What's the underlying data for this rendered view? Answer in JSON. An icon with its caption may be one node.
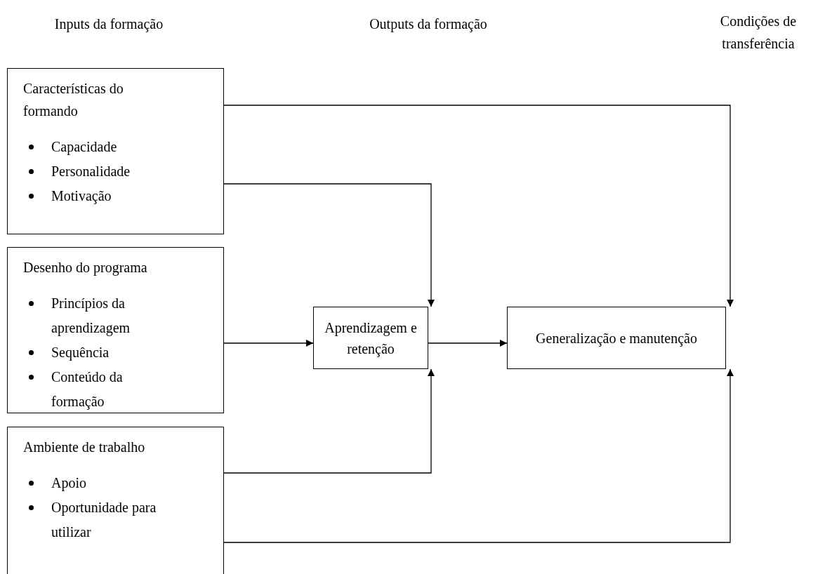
{
  "diagram": {
    "nodes": [
      {
        "text": [
          "Características do formando",
          "Capacidade",
          "Personalidade",
          "Motivação"
        ]
      },
      {
        "text": [
          "Desenho do programa",
          "Princípios da aprendizagem",
          "Sequência",
          "Conteúdo da formação"
        ]
      },
      {
        "text": [
          "Ambiente de trabalho",
          "Apoio",
          "Oportunidade para utilizar"
        ]
      },
      {
        "text": [
          "Aprendizagem e retenção"
        ]
      },
      {
        "text": [
          "Generalização e manutenção"
        ]
      }
    ],
    "edges": [
      {
        "from": 0,
        "to": 4,
        "arrow": "to"
      },
      {
        "from": 0,
        "to": 3,
        "arrow": "to"
      },
      {
        "from": 1,
        "to": 3,
        "arrow": "to"
      },
      {
        "from": 3,
        "to": 4,
        "arrow": "to"
      },
      {
        "from": 2,
        "to": 3,
        "arrow": "to"
      },
      {
        "from": 2,
        "to": 4,
        "arrow": "to"
      }
    ],
    "labels": [
      "Inputs da formação",
      "Outputs da formação",
      "Condições de transferência"
    ]
  }
}
